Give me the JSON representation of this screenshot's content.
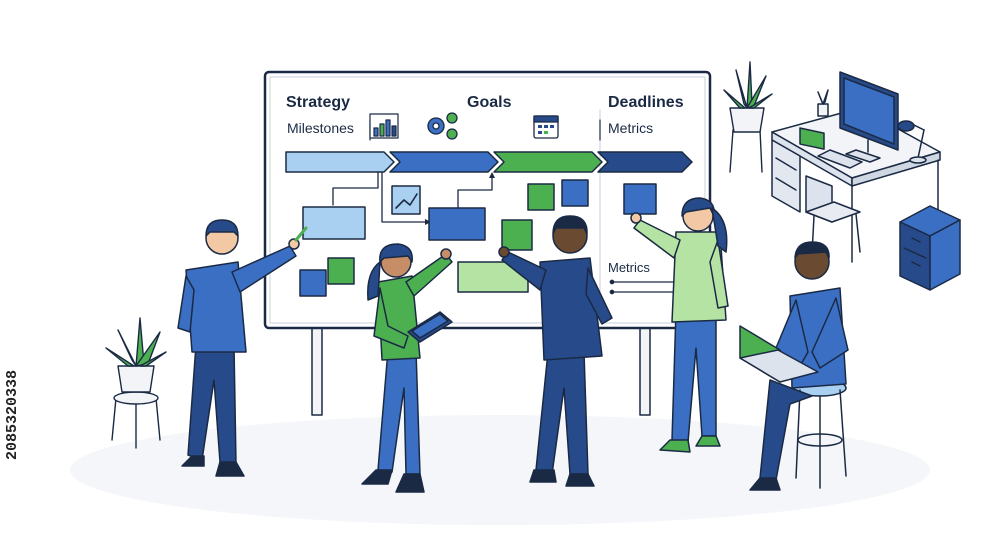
{
  "board": {
    "heading_strategy": "Strategy",
    "heading_goals": "Goals",
    "heading_deadlines": "Deadlines",
    "label_milestones": "Milestones",
    "label_metrics_top": "Metrics",
    "label_metrics_lower": "Metrics"
  },
  "side_text": "2085320338",
  "colors": {
    "dark_blue": "#274a8a",
    "mid_blue": "#3a6fc4",
    "light_blue": "#a9d0f0",
    "green": "#4caf50",
    "light_green": "#b5e3a3",
    "outline": "#1b2a44"
  },
  "icons": [
    "bar-chart-icon",
    "gears-icon",
    "calendar-icon",
    "trend-chart-icon",
    "laptop-icon",
    "tablet-icon",
    "desk-lamp-icon"
  ]
}
